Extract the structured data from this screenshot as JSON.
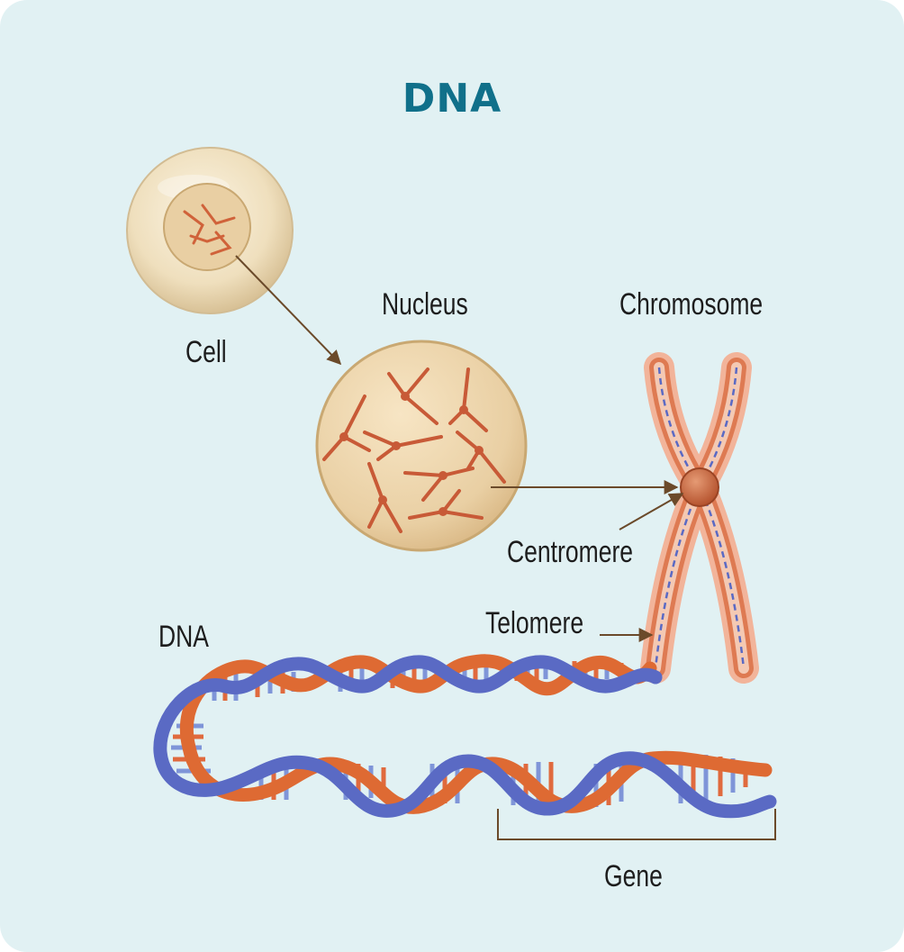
{
  "title": "DNA",
  "labels": {
    "cell": "Cell",
    "nucleus": "Nucleus",
    "chromosome": "Chromosome",
    "centromere": "Centromere",
    "telomere": "Telomere",
    "dna": "DNA",
    "gene": "Gene"
  },
  "colors": {
    "background": "#e1f1f3",
    "title": "#10708a",
    "strand_orange": "#de6a33",
    "strand_blue": "#5a6ac4",
    "arrow": "#6b4a2a",
    "cell": "#f1e3c4"
  }
}
